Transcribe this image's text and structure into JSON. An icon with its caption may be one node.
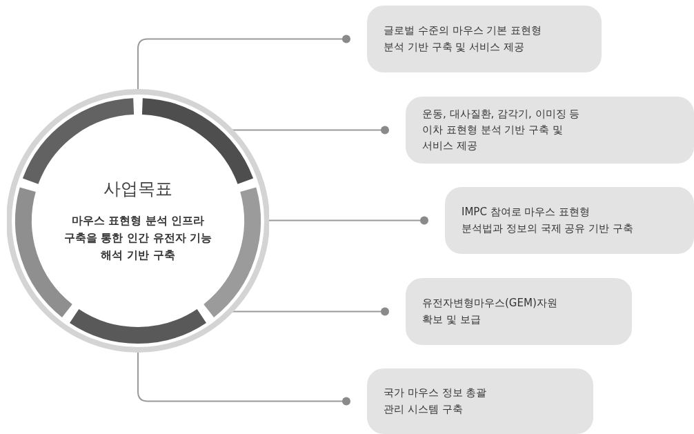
{
  "diagram": {
    "nodes": [
      {
        "text": [
          "사업목표",
          "마우스 표현형 분석 인프라 구축을 통한 인간 유전자 기능 해석 기반 구축"
        ]
      },
      {
        "text": [
          "글로벌 수준의 마우스 기본 표현형 분석 기반 구축 및 서비스 제공"
        ]
      },
      {
        "text": [
          "운동, 대사질환, 감각기, 이미징 등 이차 표현형 분석 기반 구축 및 서비스 제공"
        ]
      },
      {
        "text": [
          "IMPC 참여로 마우스 표현형 분석법과 정보의 국제 공유 기반 구축"
        ]
      },
      {
        "text": [
          "유전자변형마우스(GEM)자원 확보 및 보급"
        ]
      },
      {
        "text": [
          "국가 마우스 정보 총괄 관리 시스템 구축"
        ]
      }
    ],
    "edges": [
      {
        "from": 0,
        "to": 1,
        "arrow": "other"
      },
      {
        "from": 0,
        "to": 2,
        "arrow": "other"
      },
      {
        "from": 0,
        "to": 3,
        "arrow": "other"
      },
      {
        "from": 0,
        "to": 4,
        "arrow": "other"
      },
      {
        "from": 0,
        "to": 5,
        "arrow": "other"
      }
    ]
  }
}
